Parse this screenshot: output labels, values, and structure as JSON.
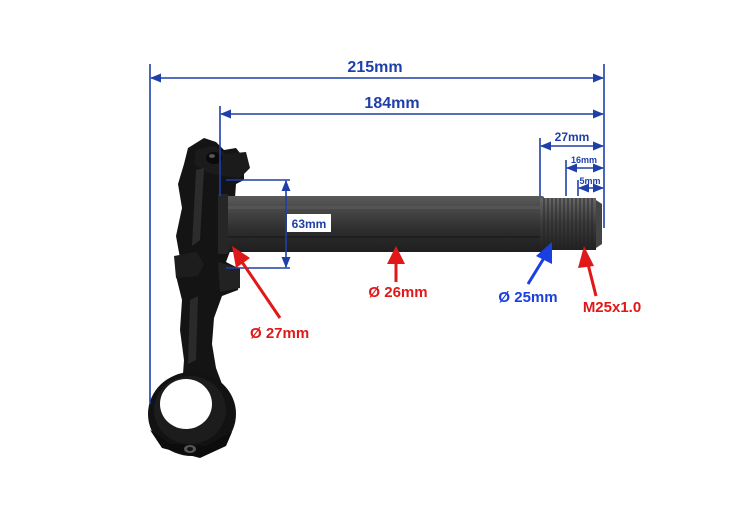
{
  "colors": {
    "dimension": "#1e3fa8",
    "callout_red": "#e01818",
    "callout_blue": "#1a3fe0",
    "part_black": "#141414",
    "tube": "#3c3c3c"
  },
  "dimensions": {
    "overall_length": "215mm",
    "stem_length": "184mm",
    "thread_length_outer": "27mm",
    "thread_length_mid": "16mm",
    "thread_length_inner": "5mm",
    "clamp_height": "63mm"
  },
  "callouts": {
    "base_diameter": "Ø 27mm",
    "tube_diameter": "Ø 26mm",
    "tip_diameter": "Ø 25mm",
    "thread_spec": "M25x1.0"
  }
}
